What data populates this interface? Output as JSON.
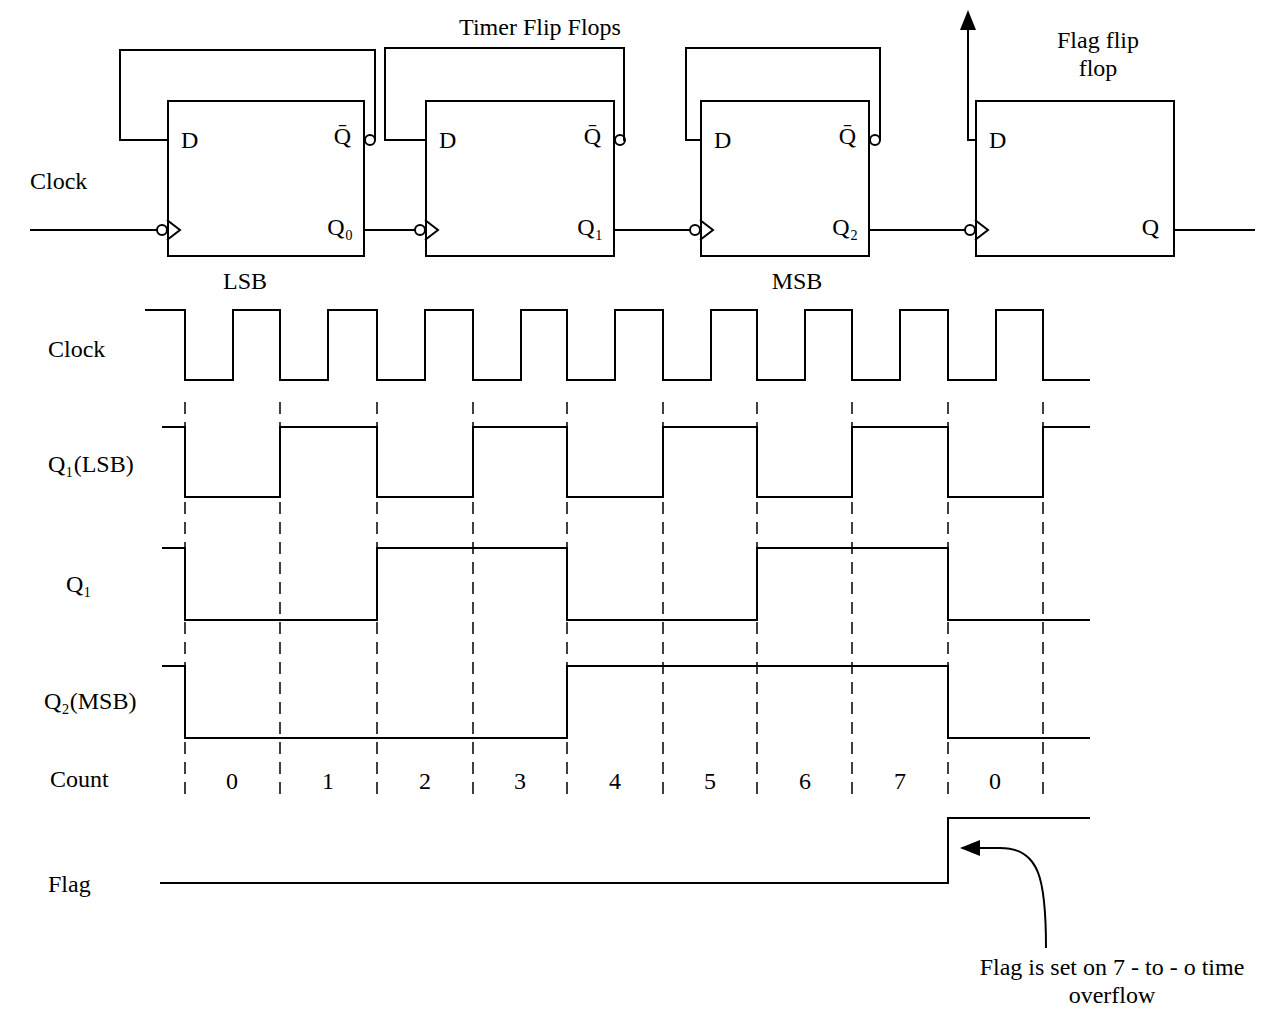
{
  "diagram": {
    "nodes": [
      {
        "text": [
          "D",
          "Q̄",
          "Q₀"
        ]
      },
      {
        "text": [
          "D",
          "Q̄",
          "Q₁"
        ]
      },
      {
        "text": [
          "D",
          "Q̄",
          "Q₂"
        ]
      },
      {
        "text": [
          "D",
          "Q"
        ]
      }
    ],
    "edges": [
      {
        "from": 0,
        "to": 1,
        "arrow": "none"
      },
      {
        "from": 1,
        "to": 2,
        "arrow": "none"
      },
      {
        "from": 2,
        "to": 3,
        "arrow": "none"
      }
    ],
    "labels": [
      "Timer Flip Flops",
      "Flag flip flop",
      "Clock",
      "LSB",
      "MSB",
      "Clock",
      "Q₁(LSB)",
      "Q₁",
      "Q₂(MSB)",
      "Count",
      "0",
      "1",
      "2",
      "3",
      "4",
      "5",
      "6",
      "7",
      "0",
      "Flag",
      "Flag is set on 7 - to - o time overflow"
    ]
  }
}
